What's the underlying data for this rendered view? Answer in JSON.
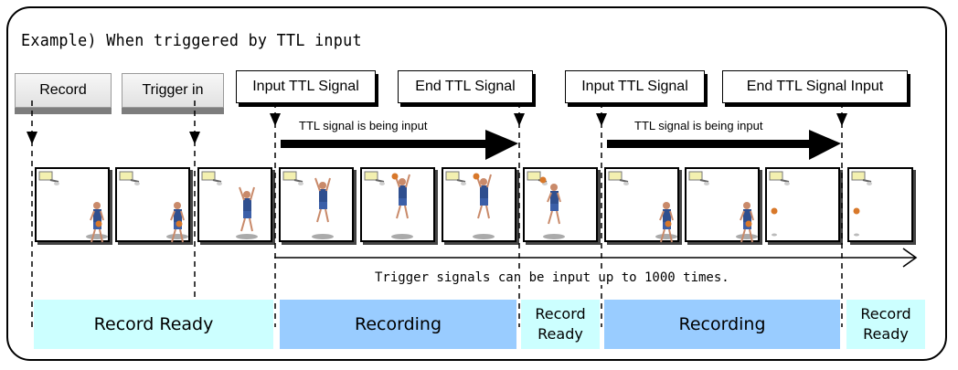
{
  "title": "Example) When triggered by TTL input",
  "buttons": {
    "record": "Record",
    "trigger_in": "Trigger in"
  },
  "signal_boxes": [
    "Input TTL Signal",
    "End TTL Signal",
    "Input TTL Signal",
    "End TTL Signal Input"
  ],
  "arrow_labels": [
    "TTL signal is being input",
    "TTL signal is being input"
  ],
  "timeline_note": "Trigger signals can be input up to 1000 times.",
  "zones": {
    "record_ready": "Record Ready",
    "recording_1": "Recording",
    "ready_2_line1": "Record",
    "ready_2_line2": "Ready",
    "recording_2": "Recording",
    "ready_3_line1": "Record",
    "ready_3_line2": "Ready"
  },
  "frames": [
    "player-crouch",
    "player-crouch",
    "player-jump-start",
    "player-jump",
    "player-shoot",
    "player-shoot",
    "player-land",
    "player-crouch",
    "player-crouch",
    "ball-only",
    "ball-only"
  ],
  "colors": {
    "ready_zone": "#ccffff",
    "recording_zone": "#99ccff",
    "button_shadow": "#7d7d7d"
  }
}
